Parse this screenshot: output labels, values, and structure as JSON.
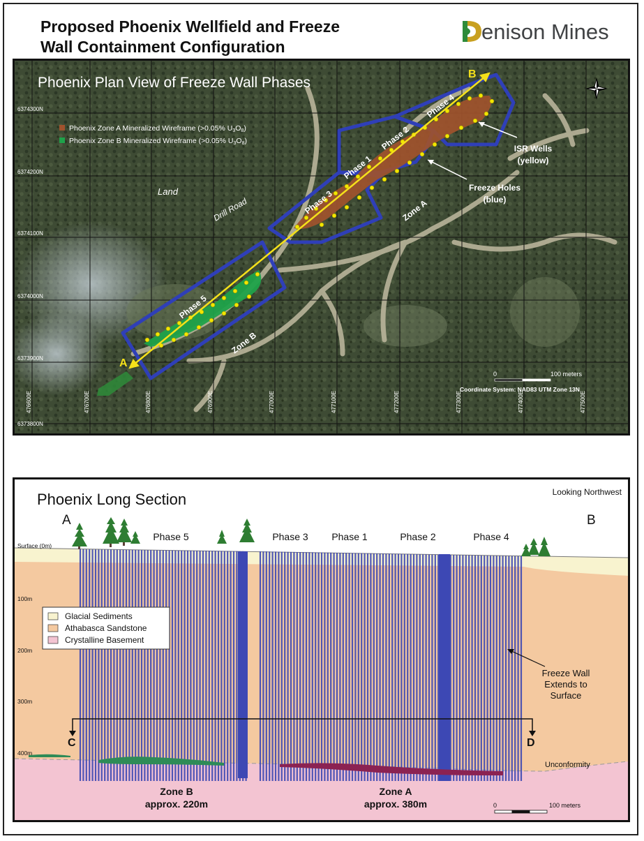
{
  "header": {
    "title_line1": "Proposed Phoenix Wellfield and Freeze",
    "title_line2": "Wall Containment Configuration",
    "logo_text": "enison Mines",
    "logo_mark": "D",
    "logo_colors": {
      "green": "#2e8b3a",
      "gold": "#c8a020",
      "text": "#404244"
    }
  },
  "plan_view": {
    "title": "Phoenix Plan View of Freeze Wall Phases",
    "legend": [
      {
        "label_main": "Phoenix Zone A Mineralized Wireframe (>0.05% U",
        "sub1": "3",
        "mid": "O",
        "sub2": "8",
        "tail": ")",
        "color": "#a0522d"
      },
      {
        "label_main": "Phoenix Zone B Mineralized Wireframe (>0.05% U",
        "sub1": "3",
        "mid": "O",
        "sub2": "8",
        "tail": ")",
        "color": "#1fa24a"
      }
    ],
    "northings": [
      "6374300N",
      "6374200N",
      "6374100N",
      "6374000N",
      "6373900N",
      "6373800N"
    ],
    "eastings": [
      "476600E",
      "476700E",
      "476800E",
      "476900E",
      "477000E",
      "477100E",
      "477200E",
      "477300E",
      "477400E",
      "477500E"
    ],
    "phase_labels": [
      "Phase 4",
      "Phase 2",
      "Phase 1",
      "Phase 3",
      "Phase 5"
    ],
    "zone_a_label": "Zone A",
    "zone_b_label": "Zone B",
    "land_label": "Land",
    "drill_road_label": "Drill Road",
    "isr_wells_label": [
      "ISR Wells",
      "(yellow)"
    ],
    "freeze_holes_label": [
      "Freeze Holes",
      "(blue)"
    ],
    "section_end_a": "A",
    "section_end_b": "B",
    "scale_zero": "0",
    "scale_label": "100 meters",
    "coordinate_system": "Coordinate System: NAD83 UTM Zone 13N",
    "colors": {
      "freeze_wall": "#2f3fb8",
      "isr_well": "#f2e600",
      "section_line": "#f5e11a"
    }
  },
  "long_section": {
    "title": "Phoenix Long Section",
    "orientation": "Looking Northwest",
    "end_a": "A",
    "end_b": "B",
    "phase_labels": [
      "Phase 5",
      "Phase 3",
      "Phase 1",
      "Phase 2",
      "Phase 4"
    ],
    "depth_labels": [
      "Surface (0m)",
      "100m",
      "200m",
      "300m",
      "400m"
    ],
    "legend": [
      {
        "label": "Glacial Sediments",
        "color": "#f8f3cf"
      },
      {
        "label": "Athabasca Sandstone",
        "color": "#f4c9a0"
      },
      {
        "label": "Crystalline Basement",
        "color": "#f3c4d2"
      }
    ],
    "freeze_wall_note": [
      "Freeze Wall",
      "Extends to",
      "Surface"
    ],
    "section_c": "C",
    "section_d": "D",
    "unconformity_label": "Unconformity",
    "zone_b": [
      "Zone B",
      "approx. 220m"
    ],
    "zone_a": [
      "Zone A",
      "approx. 380m"
    ],
    "scale_zero": "0",
    "scale_label": "100 meters",
    "colors": {
      "freeze_pipe": "#3d48b4",
      "zone_a_ore": "#8b2252",
      "zone_b_ore": "#2e8b57"
    }
  }
}
